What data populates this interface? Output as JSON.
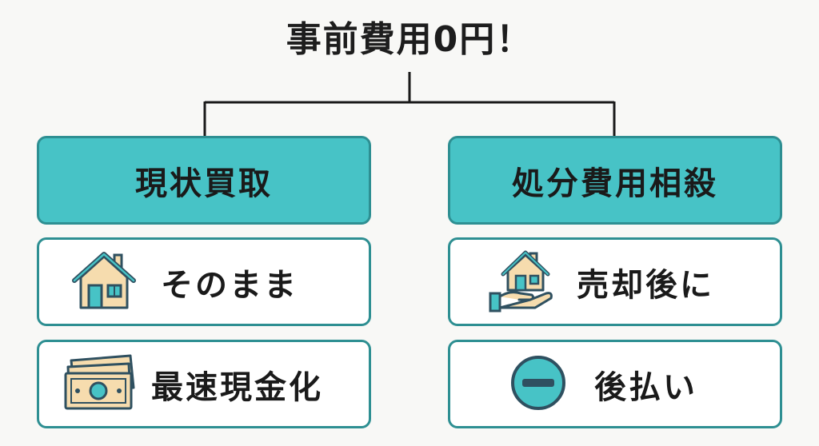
{
  "title": "事前費用0円！",
  "left": {
    "header": "現状買取",
    "items": [
      {
        "label": "そのまま",
        "icon": "house-icon"
      },
      {
        "label": "最速現金化",
        "icon": "cash-icon"
      }
    ]
  },
  "right": {
    "header": "処分費用相殺",
    "items": [
      {
        "label": "売却後に",
        "icon": "house-in-hand-icon"
      },
      {
        "label": "後払い",
        "icon": "minus-circle-icon"
      }
    ]
  },
  "colors": {
    "header_fill": "#47c3c6",
    "border": "#2e8f92",
    "icon_fill": "#f6dcae",
    "icon_stroke": "#2f5060"
  }
}
